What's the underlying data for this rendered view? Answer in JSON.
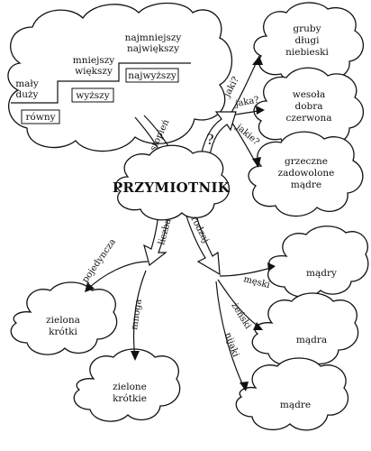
{
  "center": {
    "label": "PRZYMIOTNIK"
  },
  "question_mark": "?",
  "branches": {
    "stopien": {
      "label": "stopień",
      "steps": [
        {
          "lines": [
            "mały",
            "duży"
          ],
          "boxed": "równy"
        },
        {
          "lines": [
            "mniejszy",
            "większy"
          ],
          "boxed": "wyższy"
        },
        {
          "lines": [
            "najmniejszy",
            "największy"
          ],
          "boxed": "najwyższy"
        }
      ]
    },
    "questions": [
      {
        "label": "jaki?",
        "answer": [
          "gruby",
          "długi",
          "niebieski"
        ]
      },
      {
        "label": "jaka?",
        "answer": [
          "wesoła",
          "dobra",
          "czerwona"
        ]
      },
      {
        "label": "jakie?",
        "answer": [
          "grzeczne",
          "zadowolone",
          "mądre"
        ]
      }
    ],
    "liczba": {
      "label": "liczba",
      "items": [
        {
          "label": "pojedyncza",
          "answer": [
            "zielona",
            "krótki"
          ]
        },
        {
          "label": "mnoga",
          "answer": [
            "zielone",
            "krótkie"
          ]
        }
      ]
    },
    "rodzaj": {
      "label": "rodzaj",
      "items": [
        {
          "label": "męski",
          "answer": [
            "mądry"
          ]
        },
        {
          "label": "żeński",
          "answer": [
            "mądra"
          ]
        },
        {
          "label": "nijaki",
          "answer": [
            "mądre"
          ]
        }
      ]
    }
  }
}
